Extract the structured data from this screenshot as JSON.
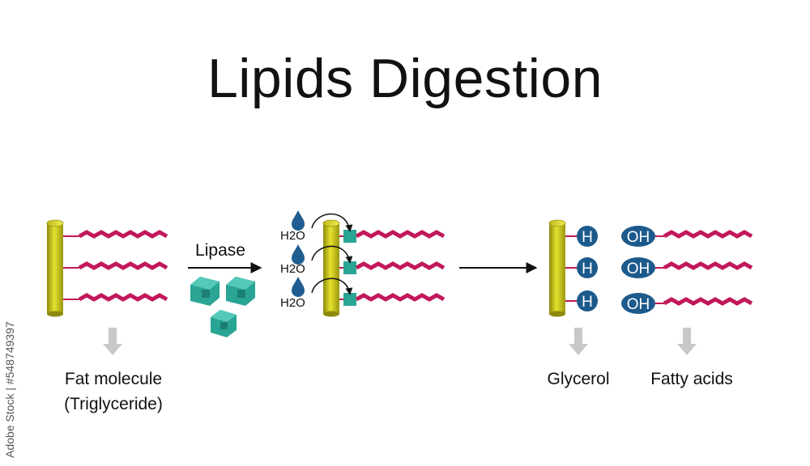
{
  "title": "Lipids Digestion",
  "enzyme_label": "Lipase",
  "water_labels": [
    "H2O",
    "H2O",
    "H2O"
  ],
  "hydrogen_label": "H",
  "hydroxyl_label": "OH",
  "labels": {
    "fat_line1": "Fat molecule",
    "fat_line2": "(Triglyceride)",
    "glycerol": "Glycerol",
    "fatty_acids": "Fatty acids"
  },
  "watermark": "Adobe Stock | #548749397",
  "colors": {
    "glycerol_backbone": "#d4cf1a",
    "fatty_acid_chain": "#c2185b",
    "lipase_enzyme": "#2aa595",
    "water_drop": "#1f5d91",
    "hydrogen_oxygen_ovals": "#1d5a8c",
    "down_arrow": "#c8c8c8"
  }
}
